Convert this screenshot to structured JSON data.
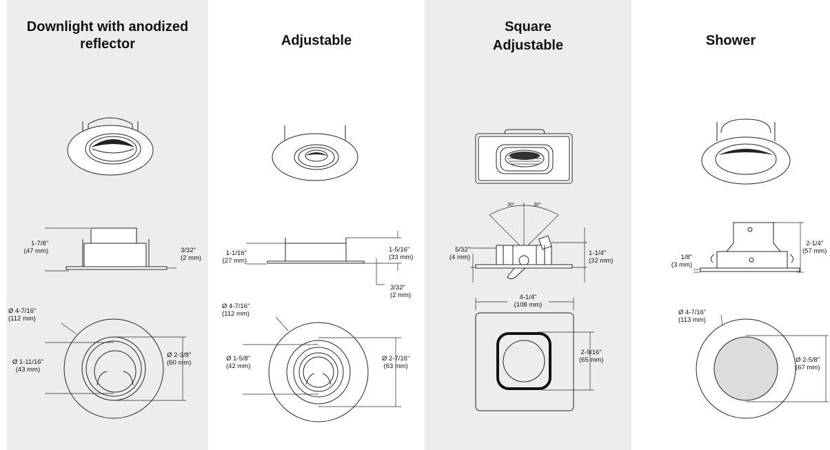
{
  "columns": [
    {
      "title": "Downlight with anodized reflector",
      "dims": {
        "height": [
          "1-7/8\"",
          "(47 mm)"
        ],
        "flange": [
          "3/32\"",
          "(2 mm)"
        ],
        "outer_dia": [
          "Ø 4-7/16\"",
          "(112 mm)"
        ],
        "inner_dia": [
          "Ø 1-11/16\"",
          "(43 mm)"
        ],
        "mid_dia": [
          "Ø 2-3/8\"",
          "(60 mm)"
        ]
      }
    },
    {
      "title": "Adjustable",
      "dims": {
        "height_left": [
          "1-1/16\"",
          "(27 mm)"
        ],
        "height_right": [
          "1-5/16\"",
          "(33 mm)"
        ],
        "flange": [
          "3/32\"",
          "(2 mm)"
        ],
        "outer_dia": [
          "Ø 4-7/16\"",
          "(112 mm)"
        ],
        "inner_dia": [
          "Ø 1-5/8\"",
          "(42 mm)"
        ],
        "mid_dia": [
          "Ø 2-7/16\"",
          "(63 mm)"
        ]
      }
    },
    {
      "title_line1": "Square",
      "title_line2": "Adjustable",
      "angle_left": "30°",
      "angle_right": "30°",
      "dims": {
        "flange": [
          "5/32\"",
          "(4 mm)"
        ],
        "height": [
          "1-1/4\"",
          "(32 mm)"
        ],
        "width": [
          "4-1/4\"",
          "(108 mm)"
        ],
        "opening": [
          "2-9/16\"",
          "(65 mm)"
        ]
      }
    },
    {
      "title": "Shower",
      "dims": {
        "flange": [
          "1/8\"",
          "(3 mm)"
        ],
        "height": [
          "2-1/4\"",
          "(57 mm)"
        ],
        "outer_dia": [
          "Ø 4-7/16\"",
          "(113 mm)"
        ],
        "lens_dia": [
          "Ø 2-5/8\"",
          "(67 mm)"
        ]
      }
    }
  ]
}
